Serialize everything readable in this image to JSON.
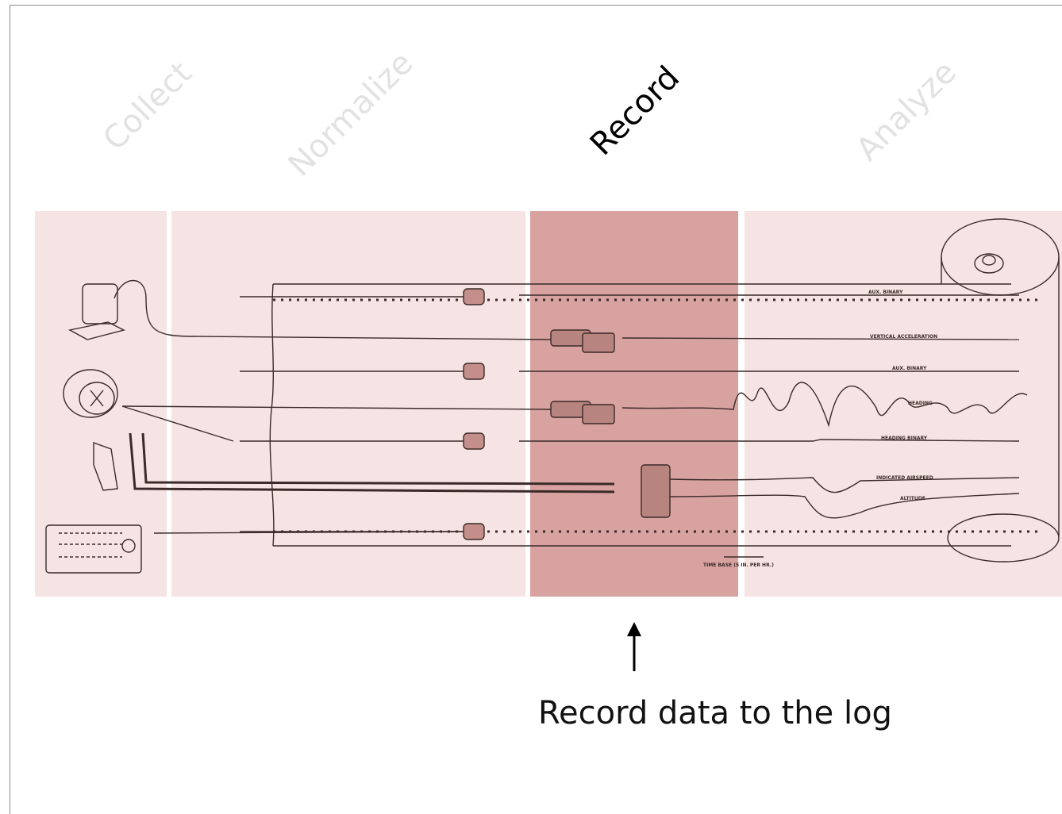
{
  "stages": [
    {
      "label": "Collect",
      "active": false
    },
    {
      "label": "Normalize",
      "active": false
    },
    {
      "label": "Record",
      "active": true
    },
    {
      "label": "Analyze",
      "active": false
    }
  ],
  "diagram": {
    "trace_labels": [
      "AUX. BINARY",
      "VERTICAL ACCELERATION",
      "AUX. BINARY",
      "HEADING",
      "HEADING BINARY",
      "INDICATED AIRSPEED",
      "ALTITUDE"
    ],
    "time_base_label": "TIME BASE (5 IN. PER HR.)"
  },
  "caption": "Record data to the log",
  "colors": {
    "band_light": "#f5e4e3",
    "band_highlight": "#d7a29f",
    "ink": "#3a2a28"
  }
}
